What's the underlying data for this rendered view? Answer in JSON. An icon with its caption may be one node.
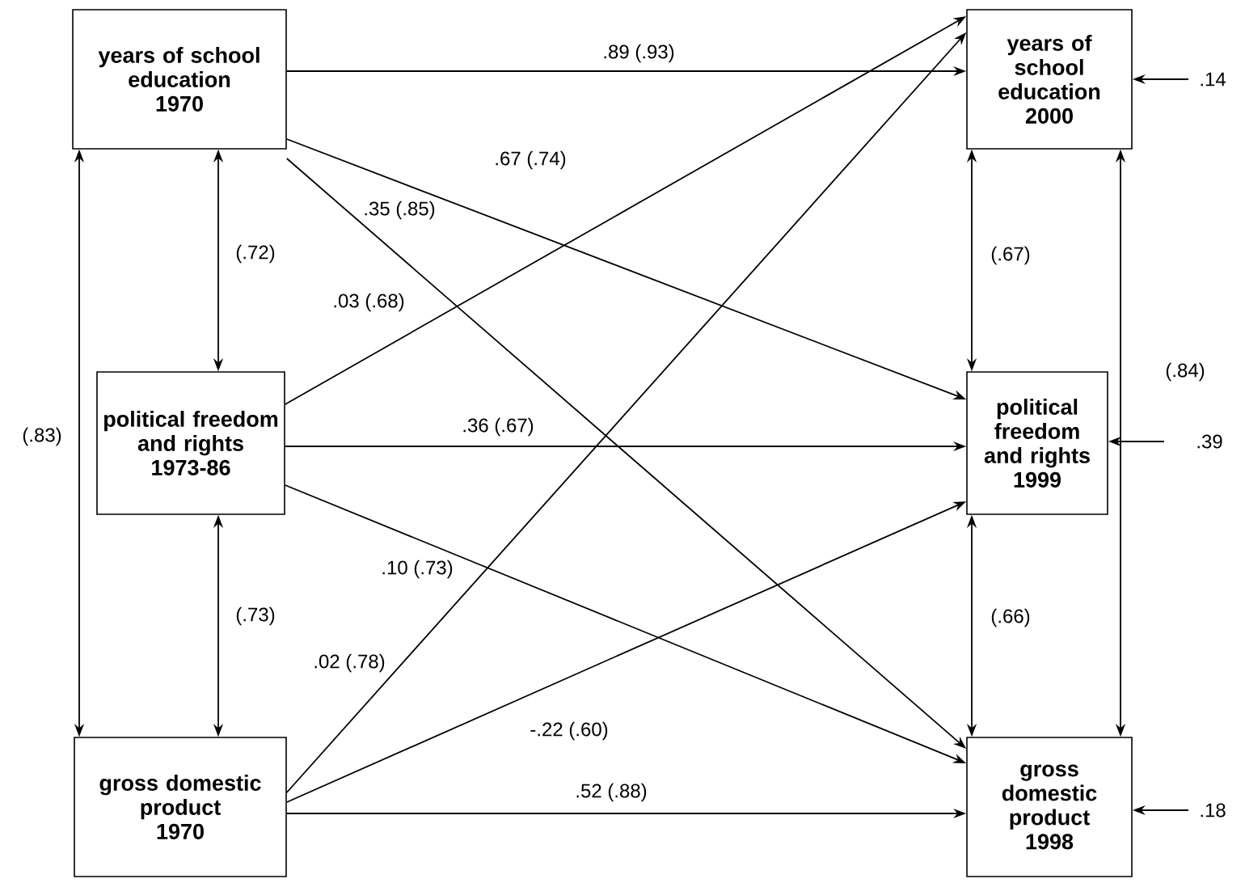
{
  "diagram": {
    "nodes": [
      {
        "text": [
          "years of school education",
          "1970"
        ]
      },
      {
        "text": [
          "political freedom and rights",
          "1973-86"
        ]
      },
      {
        "text": [
          "gross domestic product",
          "1970"
        ]
      },
      {
        "text": [
          "years of school education",
          "2000"
        ]
      },
      {
        "text": [
          "political freedom and rights",
          "1999"
        ]
      },
      {
        "text": [
          "gross domestic product",
          "1998"
        ]
      }
    ],
    "edges": [
      {
        "from": 0,
        "to": 3,
        "arrow": "to",
        "label": ".89 (.93)"
      },
      {
        "from": 0,
        "to": 4,
        "arrow": "to",
        "label": ".67 (.74)"
      },
      {
        "from": 0,
        "to": 5,
        "arrow": "to",
        "label": ".35 (.85)"
      },
      {
        "from": 1,
        "to": 3,
        "arrow": "to",
        "label": ".03 (.68)"
      },
      {
        "from": 1,
        "to": 4,
        "arrow": "to",
        "label": ".36 (.67)"
      },
      {
        "from": 1,
        "to": 5,
        "arrow": "to",
        "label": ".10 (.73)"
      },
      {
        "from": 2,
        "to": 3,
        "arrow": "to",
        "label": ".02 (.78)"
      },
      {
        "from": 2,
        "to": 4,
        "arrow": "to",
        "label": "-.22 (.60)"
      },
      {
        "from": 2,
        "to": 5,
        "arrow": "to",
        "label": ".52 (.88)"
      },
      {
        "from": 0,
        "to": 1,
        "arrow": "both",
        "label": "(.72)"
      },
      {
        "from": 1,
        "to": 2,
        "arrow": "both",
        "label": "(.73)"
      },
      {
        "from": 0,
        "to": 2,
        "arrow": "both",
        "label": "(.83)"
      },
      {
        "from": 3,
        "to": 4,
        "arrow": "both",
        "label": "(.67)"
      },
      {
        "from": 4,
        "to": 5,
        "arrow": "both",
        "label": "(.66)"
      },
      {
        "from": 3,
        "to": 5,
        "arrow": "both",
        "label": "(.84)"
      },
      {
        "from": null,
        "to": 3,
        "arrow": "to",
        "label": ".14"
      },
      {
        "from": null,
        "to": 4,
        "arrow": "to",
        "label": ".39"
      },
      {
        "from": null,
        "to": 5,
        "arrow": "to",
        "label": ".18"
      }
    ]
  }
}
